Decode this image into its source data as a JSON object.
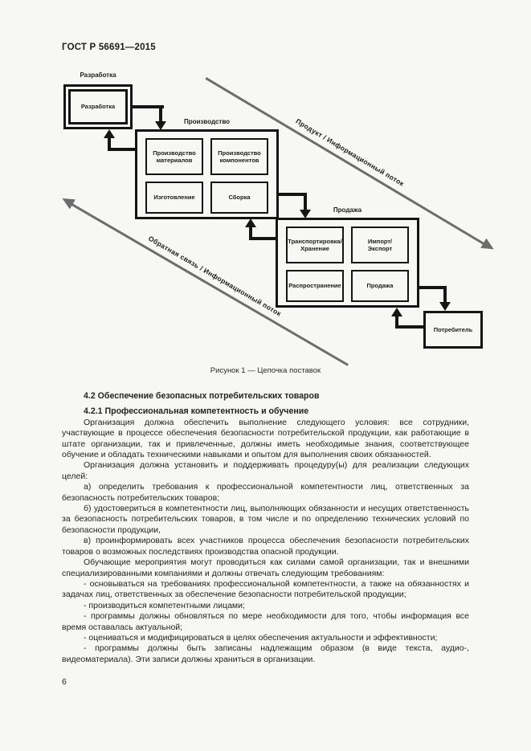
{
  "page": {
    "header": "ГОСТ Р 56691—2015",
    "page_number": "6"
  },
  "diagram": {
    "caption": "Рисунок 1 — Цепочка поставок",
    "development": {
      "label": "Разработка",
      "box": "Разработка"
    },
    "production": {
      "label": "Производство",
      "cells": [
        "Производство\nматериалов",
        "Производство\nкомпонентов",
        "Изготовление",
        "Сборка"
      ]
    },
    "sale": {
      "label": "Продажа",
      "cells": [
        "Транспортировка/\nХранение",
        "Импорт/\nЭкспорт",
        "Распространение",
        "Продажа"
      ]
    },
    "consumer": {
      "label": "Потребитель"
    },
    "forward_flow": "Продукт / Информационный поток",
    "feedback_flow": "Обратная связь / Информационный поток",
    "colors": {
      "line_gray": "#6d6d6d",
      "line_black": "#151515"
    }
  },
  "content": {
    "heading_42": "4.2 Обеспечение безопасных потребительских товаров",
    "heading_421": "4.2.1 Профессиональная компетентность и обучение",
    "paragraphs": [
      "Организация должна обеспечить выполнение следующего условия: все сотрудники, участвующие в процессе обеспечения безопасности потребительской продукции, как работающие в штате организации, так и привлеченные, должны иметь необходимые знания, соответствующее обучение и обладать техническими навыками и опытом для выполнения своих обязанностей.",
      "Организация должна установить и поддерживать процедуру(ы) для реализации следующих целей:",
      "а) определить требования к профессиональной компетентности лиц, ответственных за безопасность потребительских товаров;",
      "б) удостовериться в компетентности лиц, выполняющих обязанности и несущих ответственность за безопасность потребительских товаров, в том числе и по определению технических условий по безопасности продукции,",
      "в) проинформировать всех участников процесса обеспечения безопасности потребительских товаров о возможных последствиях производства опасной продукции.",
      "Обучающие мероприятия могут проводиться как силами самой организации, так и внешними специализированными компаниями и должны отвечать следующим требованиям:",
      "- основываться на требованиях профессиональной компетентности, а также на обязанностях и задачах лиц, ответственных за обеспечение безопасности потребительской продукции;",
      "- производиться компетентными лицами;",
      "- программы должны обновляться по мере необходимости для того, чтобы информация все время оставалась актуальной;",
      "- оцениваться и модифицироваться в целях обеспечения актуальности и эффективности;",
      "- программы должны быть записаны надлежащим образом (в виде текста, аудио-, видеоматериала). Эти записи должны храниться в организации."
    ]
  }
}
